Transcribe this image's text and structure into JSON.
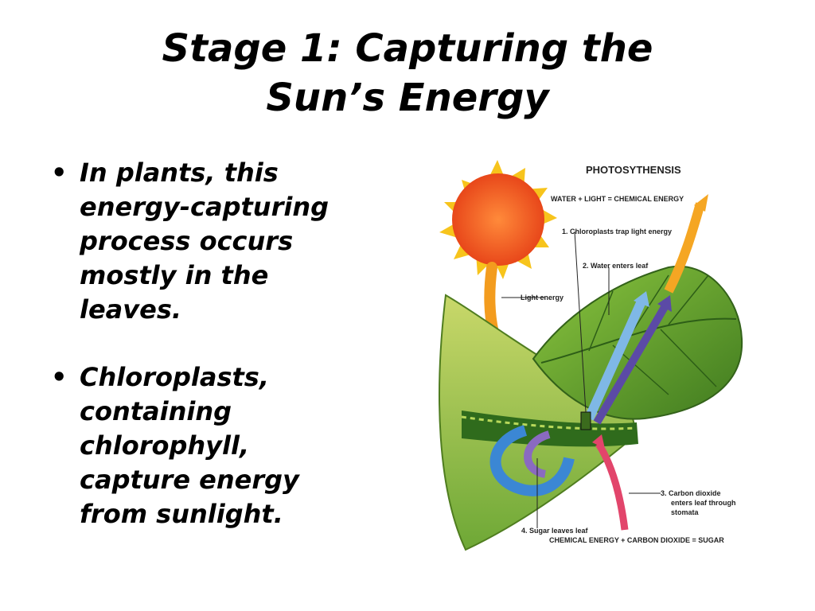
{
  "slide": {
    "title_line1": "Stage 1: Capturing the",
    "title_line2": "Sun’s Energy",
    "bullets": [
      "In plants, this energy-capturing process occurs mostly in the leaves.",
      "Chloroplasts, containing chlorophyll, capture energy from sunlight."
    ],
    "bullet_glyph": "•"
  },
  "diagram": {
    "heading": "PHOTOSYTHENSIS",
    "equation_top": "WATER + LIGHT = CHEMICAL ENERGY",
    "step1": "1.  Chloroplasts trap light energy",
    "step2": "2.  Water enters leaf",
    "light_label": "Light energy",
    "step3_line1": "3.  Carbon dioxide",
    "step3_line2": "enters leaf through",
    "step3_line3": "stomata",
    "step4": "4.  Sugar leaves leaf",
    "equation_bottom": "CHEMICAL ENERGY + CARBON DIOXIDE = SUGAR"
  },
  "colors": {
    "sun": "#f05a1e",
    "sun_rays": "#f7c41c",
    "leaf": "#5e9e2e",
    "water_arrow": "#7fb8e6",
    "sugar_arrow": "#5b4aa6",
    "co2_arrow": "#e2456b"
  }
}
